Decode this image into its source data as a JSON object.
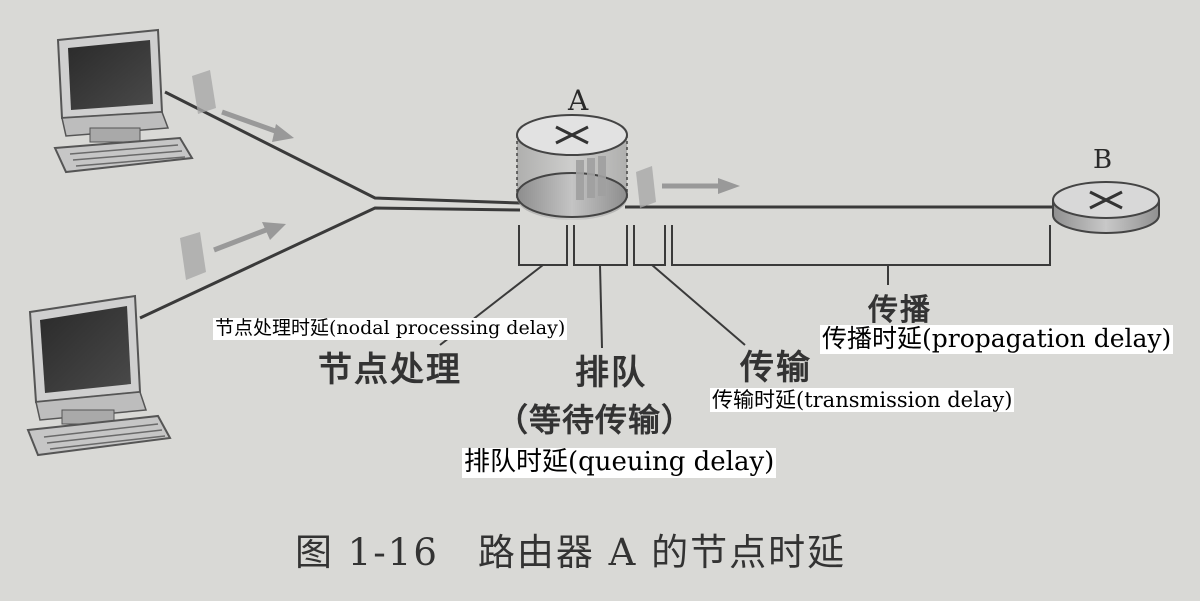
{
  "labels": {
    "router_a": "A",
    "router_b": "B",
    "propagation_cn": "传播",
    "processing_cn": "节点处理",
    "queuing_cn": "排队",
    "queuing_sub_cn": "（等待传输）",
    "transmission_cn": "传输"
  },
  "overlays": {
    "nodal_processing": "节点处理时延(nodal processing delay)",
    "propagation": "传播时延(propagation delay)",
    "transmission": "传输时延(transmission delay)",
    "queuing": "排队时延(queuing delay)"
  },
  "caption": "图 1-16　路由器 A 的节点时延",
  "colors": {
    "page": "#d9d9d6",
    "ink": "#333333",
    "router_top": "#e2e2e2",
    "router_body": "#9a9a9a"
  }
}
